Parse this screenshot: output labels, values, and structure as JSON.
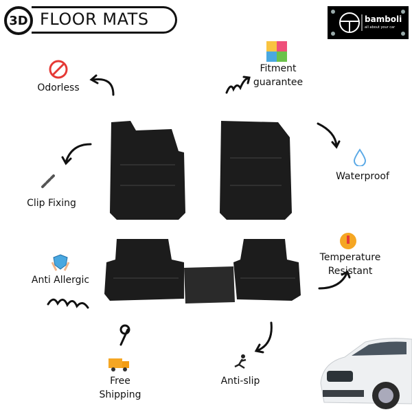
{
  "header": {
    "badge": "3D",
    "title": "FLOOR MATS"
  },
  "logo": {
    "brand": "bamboli",
    "tagline": "all about your car"
  },
  "features": [
    {
      "label": "Odorless",
      "icon": "no-odor-icon"
    },
    {
      "label": "Fitment guarantee",
      "icon": "puzzle-icon"
    },
    {
      "label": "Waterproof",
      "icon": "water-drop-icon"
    },
    {
      "label": "Clip Fixing",
      "icon": "chain-link-icon"
    },
    {
      "label": "Temperature Resistant",
      "icon": "thermometer-icon"
    },
    {
      "label": "Anti Allergic",
      "icon": "hands-shield-icon"
    },
    {
      "label": "Free Shipping",
      "icon": "delivery-truck-icon"
    },
    {
      "label": "Anti-slip",
      "icon": "slipping-person-icon"
    }
  ],
  "colors": {
    "mat": "#1c1c1c",
    "accent_orange": "#f5a623",
    "accent_red": "#e53935",
    "water_blue": "#5aa9e6"
  }
}
